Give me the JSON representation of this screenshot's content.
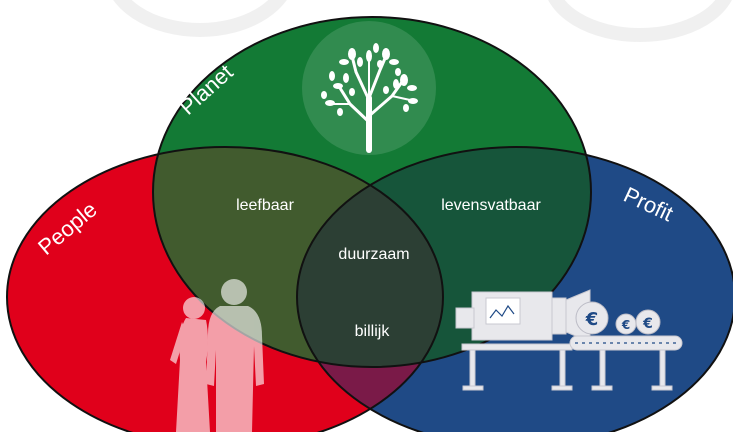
{
  "circles": {
    "planet": {
      "label": "Planet",
      "color": "#137a35",
      "icon": "tree-icon"
    },
    "people": {
      "label": "People",
      "color": "#e0001b",
      "icon": "couple-silhouette-icon"
    },
    "profit": {
      "label": "Profit",
      "color": "#1f4a86",
      "icon": "production-line-euro-icon"
    }
  },
  "intersections": {
    "people_planet": "leefbaar",
    "planet_profit": "levensvatbaar",
    "people_profit": "billijk",
    "center": "duurzaam"
  },
  "colors": {
    "overlap_people_planet": "#415b2e",
    "overlap_planet_profit": "#16553a",
    "overlap_people_profit": "#7a1a48",
    "overlap_center": "#2c3f34",
    "outline": "#111111"
  },
  "profit_icon_coins": [
    "€",
    "€",
    "€"
  ]
}
